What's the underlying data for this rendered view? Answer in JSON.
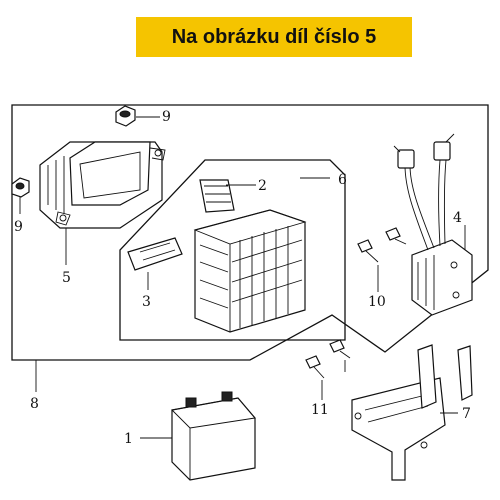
{
  "banner": {
    "text": "Na obrázku díl číslo 5",
    "color": "#f5c400"
  },
  "callouts": {
    "c1": "1",
    "c2": "2",
    "c3": "3",
    "c4": "4",
    "c5": "5",
    "c6": "6",
    "c7": "7",
    "c8": "8",
    "c9a": "9",
    "c9b": "9",
    "c10": "10",
    "c11": "11"
  }
}
